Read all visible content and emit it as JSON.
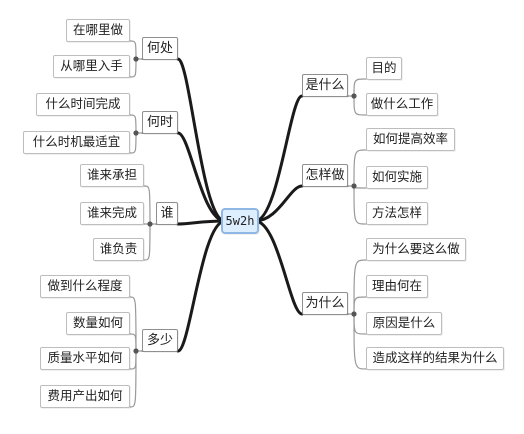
{
  "root": {
    "label": "5w2h"
  },
  "colors": {
    "trunk": "#1a1a1a",
    "leaf_line": "#9a9a9a",
    "root_fill": "#ddeeff",
    "root_border": "#8fb7e6"
  },
  "branches": {
    "where": {
      "label": "何处",
      "children": [
        "在哪里做",
        "从哪里入手"
      ]
    },
    "when": {
      "label": "何时",
      "children": [
        "什么时间完成",
        "什么时机最适宜"
      ]
    },
    "who": {
      "label": "谁",
      "children": [
        "谁来承担",
        "谁来完成",
        "谁负责"
      ]
    },
    "how_much": {
      "label": "多少",
      "children": [
        "做到什么程度",
        "数量如何",
        "质量水平如何",
        "费用产出如何"
      ]
    },
    "what": {
      "label": "是什么",
      "children": [
        "目的",
        "做什么工作"
      ]
    },
    "how": {
      "label": "怎样做",
      "children": [
        "如何提高效率",
        "如何实施",
        "方法怎样"
      ]
    },
    "why": {
      "label": "为什么",
      "children": [
        "为什么要这么做",
        "理由何在",
        "原因是什么",
        "造成这样的结果为什么"
      ]
    }
  }
}
